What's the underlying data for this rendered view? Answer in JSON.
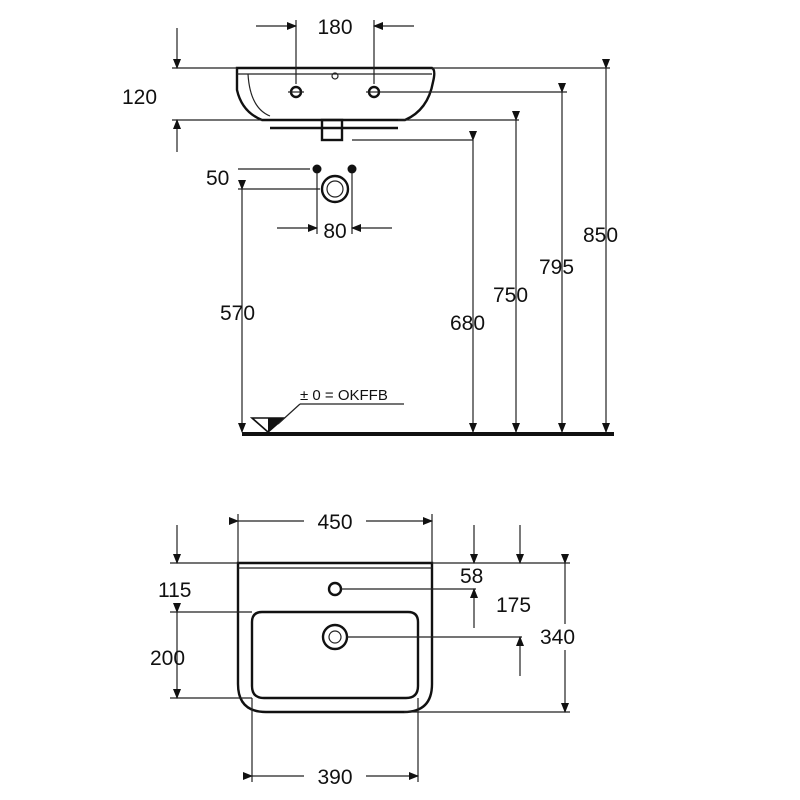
{
  "side_view": {
    "dims": {
      "hole_spacing": "180",
      "basin_height": "120",
      "hole_offset": "50",
      "waste_spacing": "80",
      "waste_height": "570",
      "height_680": "680",
      "height_750": "750",
      "height_795": "795",
      "height_850": "850"
    },
    "floor_label": "± 0 = OKFFB"
  },
  "top_view": {
    "dims": {
      "width": "450",
      "top_depth": "115",
      "tap_hole": "58",
      "drain_pos": "175",
      "depth": "340",
      "bowl_depth": "200",
      "bowl_width": "390"
    }
  },
  "colors": {
    "line": "#111111",
    "background": "#ffffff"
  }
}
